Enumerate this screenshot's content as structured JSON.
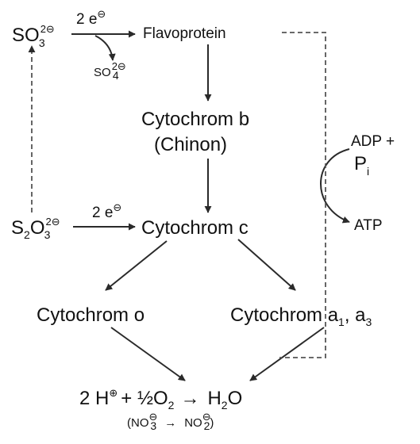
{
  "nodes": {
    "sulfite": {
      "base": "SO",
      "sub": "3",
      "sup": "2⊖"
    },
    "flavoprotein": "Flavoprotein",
    "sulfate": {
      "base": "SO",
      "sub": "4",
      "sup": "2⊖"
    },
    "cytochrom_b": "Cytochrom b",
    "chinon": "(Chinon)",
    "thiosulfate": {
      "s": "S",
      "s_sub": "2",
      "o": "O",
      "o_sub": "3",
      "sup": "2⊖"
    },
    "cytochrom_c": "Cytochrom c",
    "cytochrom_o": "Cytochrom o",
    "cytochrom_a": {
      "text": "Cytochrom a",
      "sub1": "1",
      "sep": ", a",
      "sub2": "3"
    },
    "adp": "ADP +",
    "pi": {
      "base": "P",
      "sub": "i"
    },
    "atp": "ATP",
    "reaction": {
      "h": "2 H",
      "h_sup": "⊕",
      "plus_half_o": "+ ½O",
      "o_sub": "2",
      "arrow": "→",
      "water": "H",
      "water_sub": "2",
      "water_o": "O"
    },
    "nitrate_note": {
      "open": "(NO",
      "sub3": "3",
      "sup3": "⊖",
      "arrow": "→",
      "no": "NO",
      "sub2": "2",
      "sup2": "⊖",
      "close": ")"
    }
  },
  "edge_labels": {
    "sulfite_electrons": {
      "base": "2 e",
      "sup": "⊖"
    },
    "thiosulfate_electrons": {
      "base": "2 e",
      "sup": "⊖"
    }
  }
}
